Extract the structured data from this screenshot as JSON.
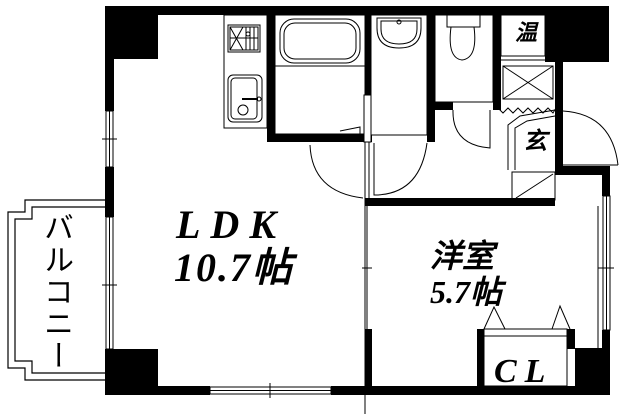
{
  "floor_plan": {
    "rooms": {
      "ldk": {
        "name": "LDK",
        "size": "10.7帖"
      },
      "western_room": {
        "name": "洋室",
        "size": "5.7帖"
      },
      "closet": {
        "name": "CL"
      },
      "water_heater": {
        "name": "温"
      },
      "entrance": {
        "name": "玄"
      },
      "balcony": {
        "name": "バルコニー"
      }
    },
    "fixtures": [
      "kitchen-stove",
      "kitchen-sink",
      "bathtub",
      "washbasin",
      "toilet",
      "shoe-cabinet"
    ],
    "colors": {
      "wall": "#000000",
      "background": "#ffffff"
    }
  }
}
